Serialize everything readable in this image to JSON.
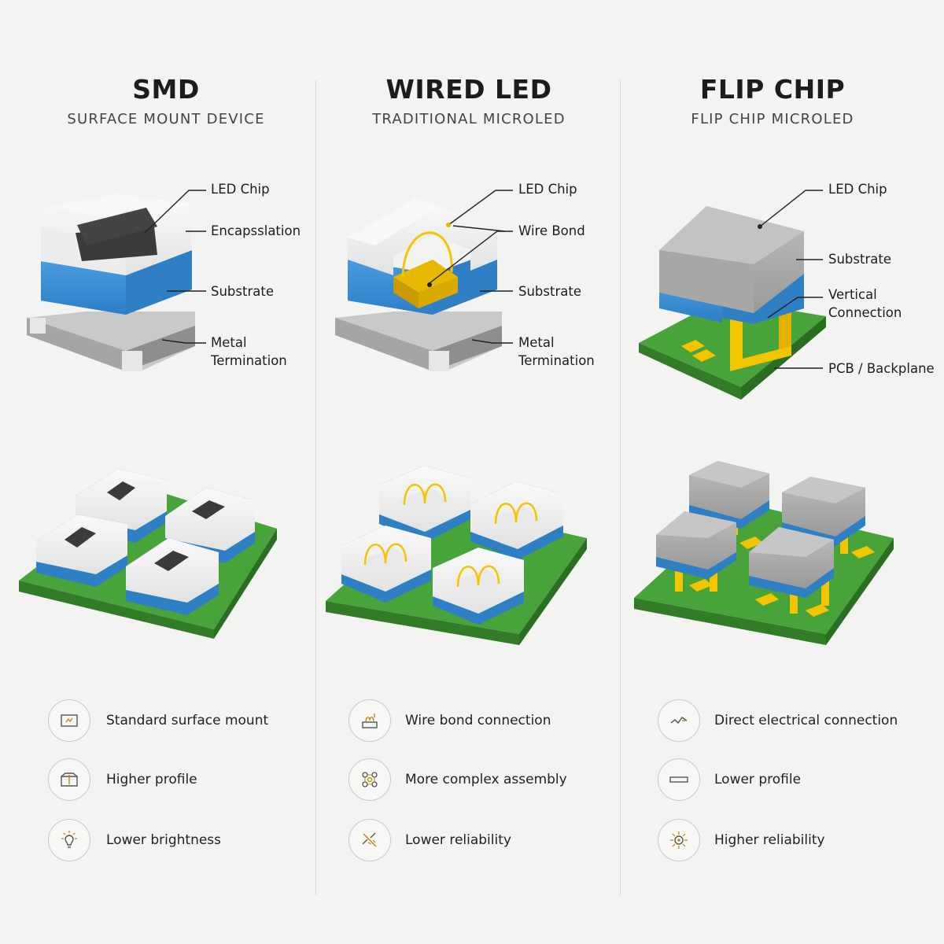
{
  "columns": [
    {
      "title": "SMD",
      "subtitle": "SURFACE MOUNT DEVICE",
      "callouts": [
        "LED Chip",
        "Encapsslation",
        "Substrate",
        "Metal\nTermination"
      ],
      "features": [
        {
          "label": "Standard surface mount",
          "icon": "chip-outline-icon"
        },
        {
          "label": "Higher profile",
          "icon": "package-height-icon"
        },
        {
          "label": "Lower brightness",
          "icon": "lightbulb-icon"
        }
      ]
    },
    {
      "title": "WIRED LED",
      "subtitle": "TRADITIONAL MICROLED",
      "callouts": [
        "LED Chip",
        "Wire Bond",
        "Substrate",
        "Metal\nTermination"
      ],
      "features": [
        {
          "label": "Wire bond connection",
          "icon": "wire-bond-icon"
        },
        {
          "label": "More complex assembly",
          "icon": "network-nodes-icon"
        },
        {
          "label": "Lower reliability",
          "icon": "broken-link-icon"
        }
      ]
    },
    {
      "title": "FLIP CHIP",
      "subtitle": "FLIP CHIP MICROLED",
      "callouts": [
        "LED Chip",
        "Substrate",
        "Vertical\nConnection",
        "PCB / Backplane"
      ],
      "features": [
        {
          "label": "Direct electrical connection",
          "icon": "signal-line-icon"
        },
        {
          "label": "Lower profile",
          "icon": "flat-bar-icon"
        },
        {
          "label": "Higher reliability",
          "icon": "sun-target-icon"
        }
      ]
    }
  ],
  "colors": {
    "background": "#f3f3f2",
    "encapsulation": "#f2f2f2",
    "substrate_blue": "#3a8fd6",
    "terminal_grey": "#b5b5b5",
    "chip_dark": "#3a3a3a",
    "gold": "#f3c400",
    "pcb_green": "#3f9a32",
    "flip_chip_grey": "#a9a9a9"
  }
}
